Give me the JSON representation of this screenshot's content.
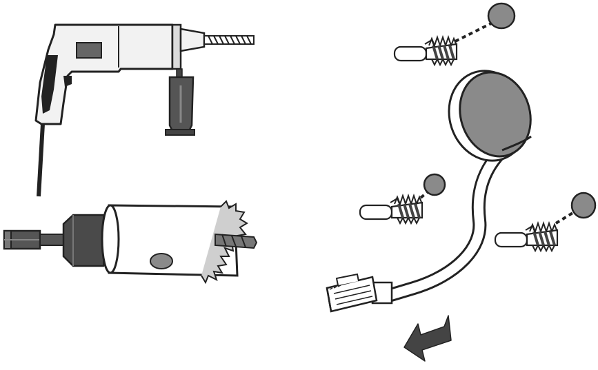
{
  "illustration": {
    "items": [
      {
        "id": "hammer-drill",
        "icon": "hammer-drill-icon"
      },
      {
        "id": "hole-saw",
        "icon": "hole-saw-icon"
      },
      {
        "id": "wall-plug-with-screw-cap",
        "icon": "wall-plug-icon",
        "count": 3
      },
      {
        "id": "round-device-with-cable",
        "icon": "round-device-icon"
      },
      {
        "id": "rj45-connector",
        "icon": "rj45-connector-icon"
      },
      {
        "id": "direction-arrow",
        "icon": "arrow-down-left-icon"
      }
    ],
    "colors": {
      "outline": "#222222",
      "fill_light": "#f2f2f2",
      "fill_white": "#ffffff",
      "fill_mid": "#8a8a8a",
      "fill_dark": "#444444"
    }
  }
}
